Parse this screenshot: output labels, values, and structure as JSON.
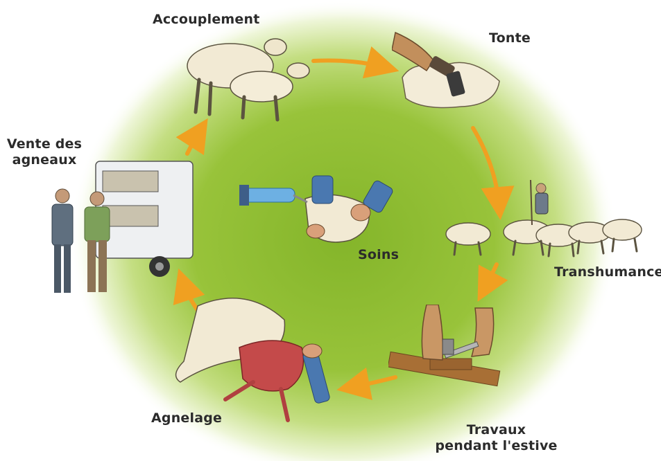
{
  "diagram": {
    "title": "",
    "stages": [
      {
        "id": "accouplement",
        "label": "Accouplement",
        "icon": "mating-sheep-icon"
      },
      {
        "id": "tonte",
        "label": "Tonte",
        "icon": "shearing-icon"
      },
      {
        "id": "transhumance",
        "label": "Transhumance",
        "icon": "flock-shepherd-icon"
      },
      {
        "id": "travaux",
        "label_line1": "Travaux",
        "label_line2": "pendant l'estive",
        "icon": "hammer-icon"
      },
      {
        "id": "agnelage",
        "label": "Agnelage",
        "icon": "lambing-icon"
      },
      {
        "id": "vente",
        "label_line1": "Vente des",
        "label_line2": "agneaux",
        "icon": "truck-buyers-icon"
      }
    ],
    "center": {
      "label": "Soins",
      "icon": "veterinary-care-icon"
    },
    "colors": {
      "background_center": "#8dbb2d",
      "background_mid": "#b6d66a",
      "arrow": "#f0a021",
      "wool": "#f2ead4",
      "text": "#2b2b2b"
    }
  }
}
